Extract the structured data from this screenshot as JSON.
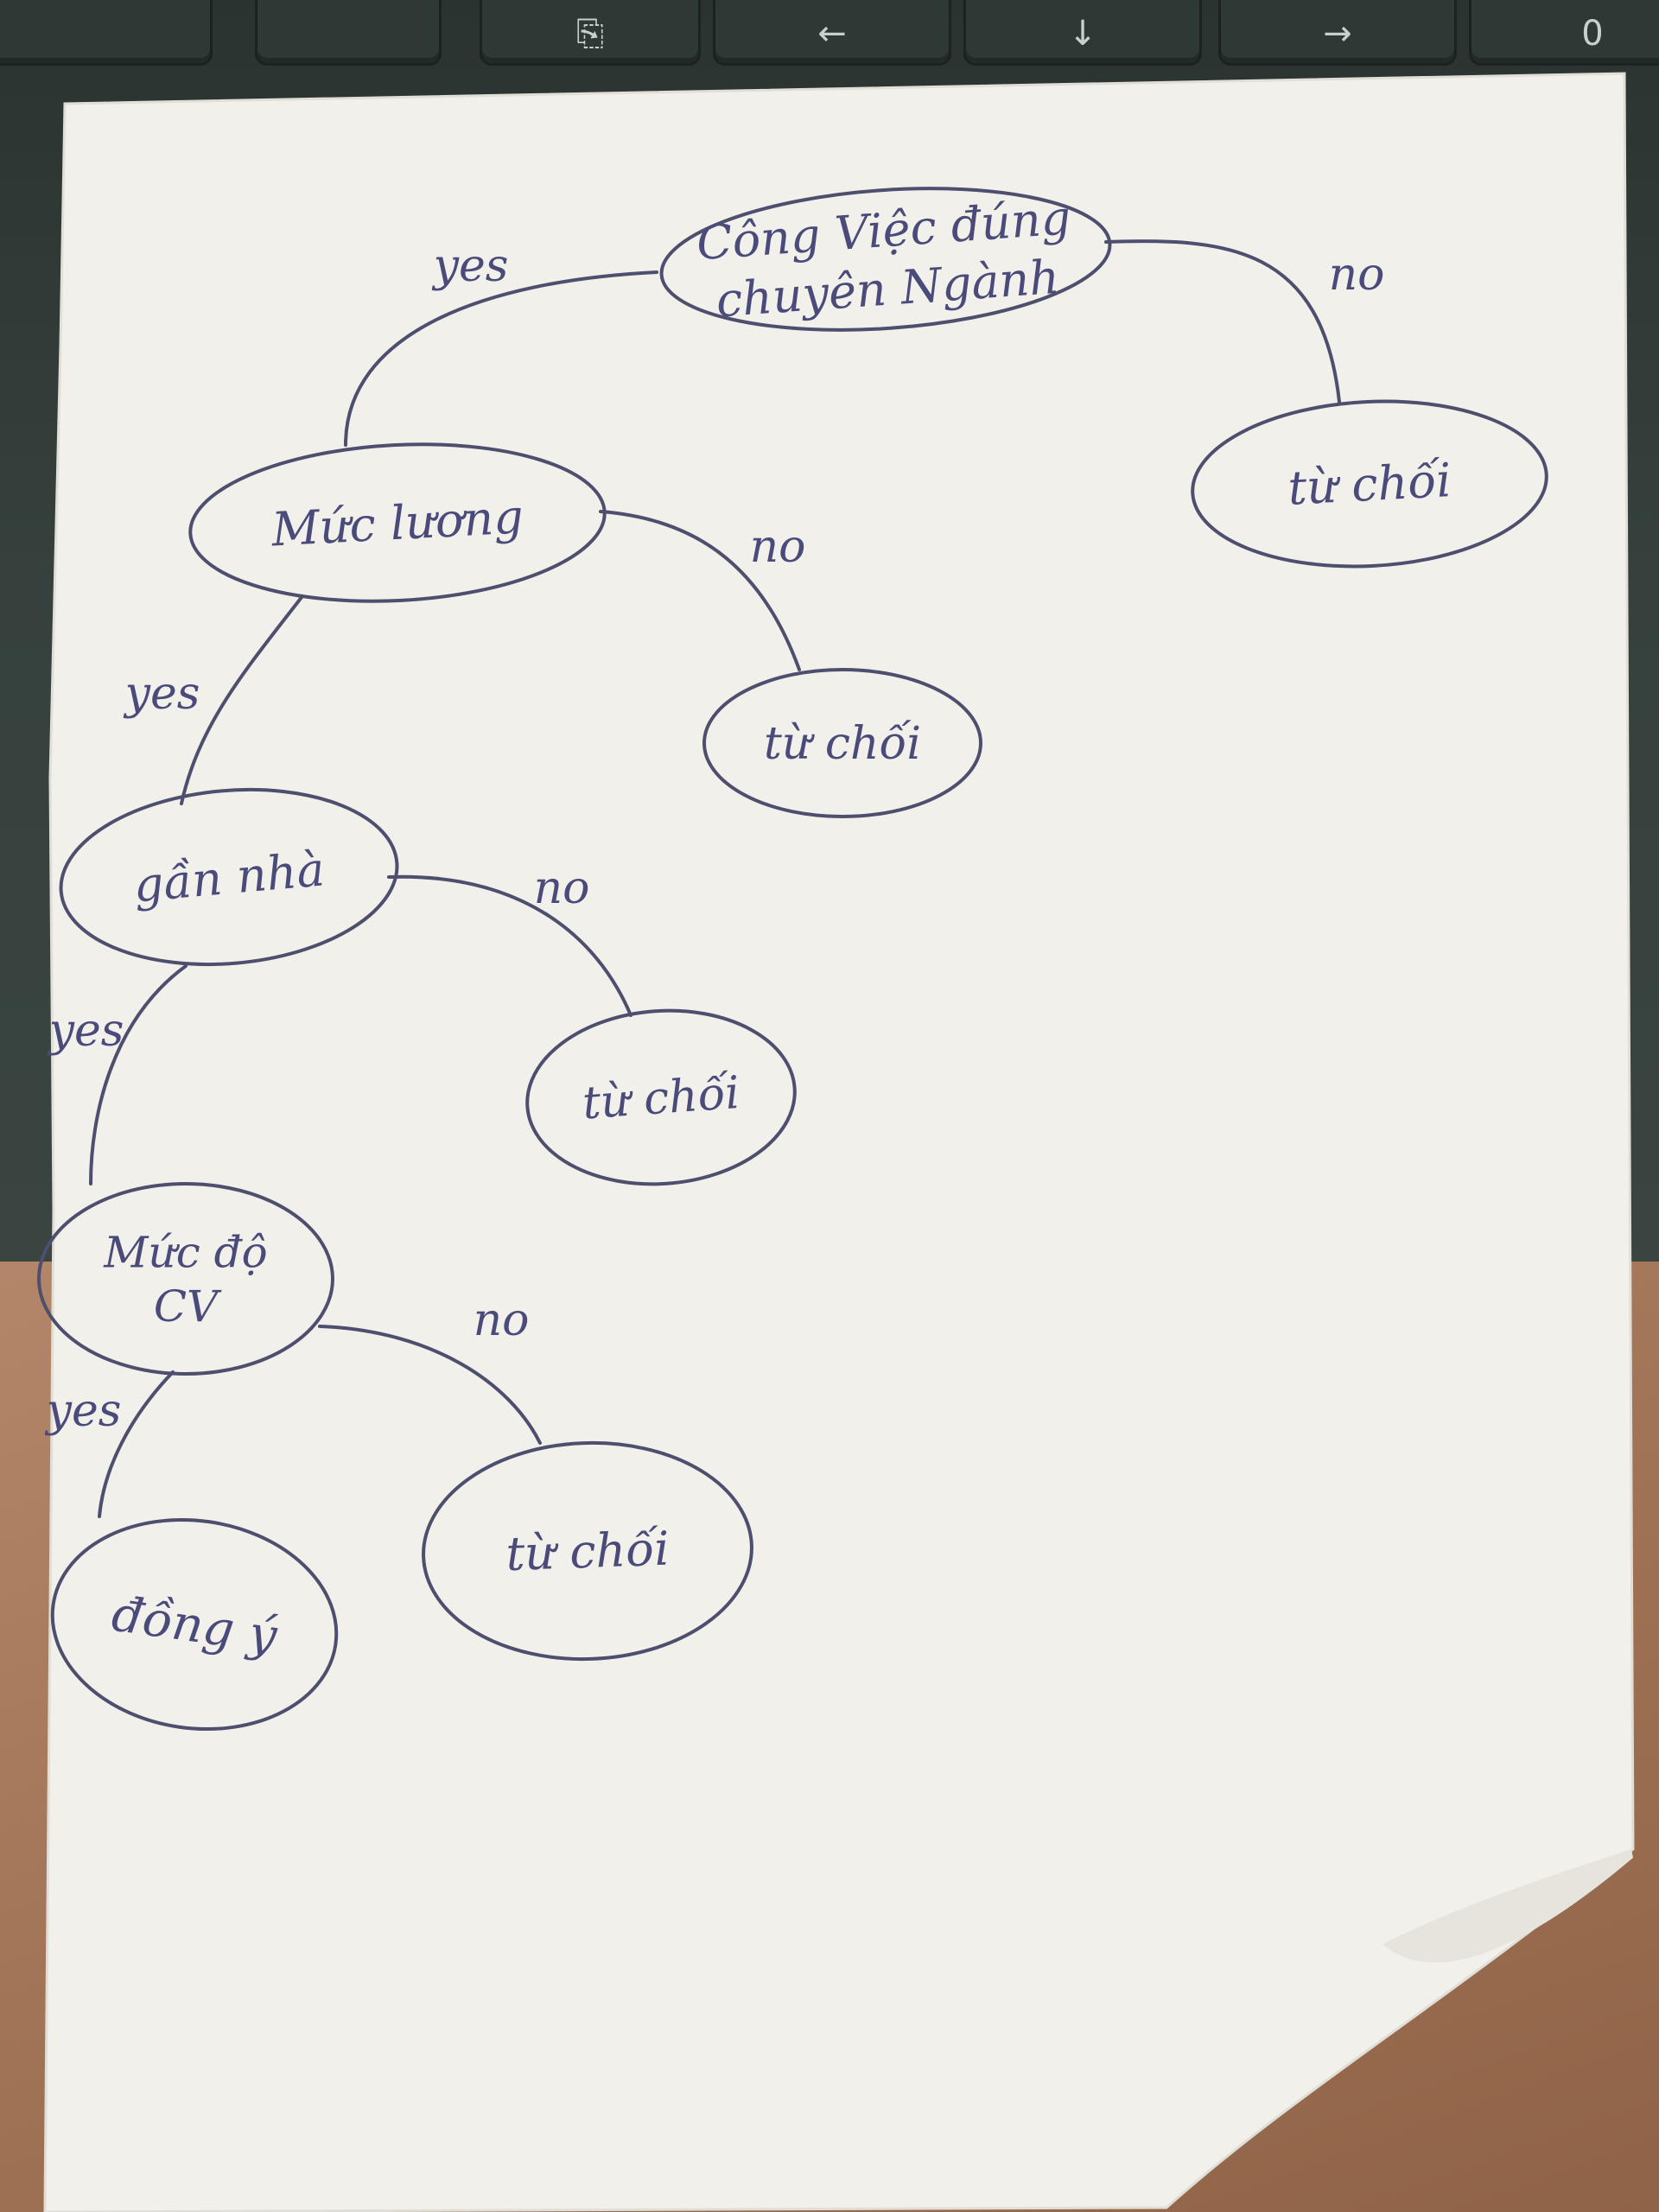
{
  "colors": {
    "ink": "#4e4f6e",
    "text_ink": "#4a4b7a",
    "paper": "#f1f0ea",
    "keyboard": "#2e3835",
    "desk": "#a77a58"
  },
  "keyboard": {
    "keys": [
      {
        "glyph": ""
      },
      {
        "glyph": ""
      },
      {
        "glyph": "⎘"
      },
      {
        "glyph": "←"
      },
      {
        "glyph": "↓"
      },
      {
        "glyph": "→"
      },
      {
        "glyph": "0"
      }
    ]
  },
  "diagram": {
    "nodes": [
      {
        "id": "root",
        "lines": [
          "Công Việc đúng",
          "chuyên Ngành"
        ]
      },
      {
        "id": "reject1",
        "lines": [
          "từ chối"
        ]
      },
      {
        "id": "salary",
        "lines": [
          "Mức lương"
        ]
      },
      {
        "id": "reject2",
        "lines": [
          "từ chối"
        ]
      },
      {
        "id": "near",
        "lines": [
          "gần nhà"
        ]
      },
      {
        "id": "reject3",
        "lines": [
          "từ chối"
        ]
      },
      {
        "id": "level",
        "lines": [
          "Mức độ",
          "CV"
        ]
      },
      {
        "id": "reject4",
        "lines": [
          "từ chối"
        ]
      },
      {
        "id": "accept",
        "lines": [
          "đồng ý"
        ]
      }
    ],
    "edges": [
      {
        "from": "root",
        "to": "salary",
        "label": "yes"
      },
      {
        "from": "root",
        "to": "reject1",
        "label": "no"
      },
      {
        "from": "salary",
        "to": "near",
        "label": "yes"
      },
      {
        "from": "salary",
        "to": "reject2",
        "label": "no"
      },
      {
        "from": "near",
        "to": "level",
        "label": "yes"
      },
      {
        "from": "near",
        "to": "reject3",
        "label": "no"
      },
      {
        "from": "level",
        "to": "accept",
        "label": "yes"
      },
      {
        "from": "level",
        "to": "reject4",
        "label": "no"
      }
    ]
  }
}
